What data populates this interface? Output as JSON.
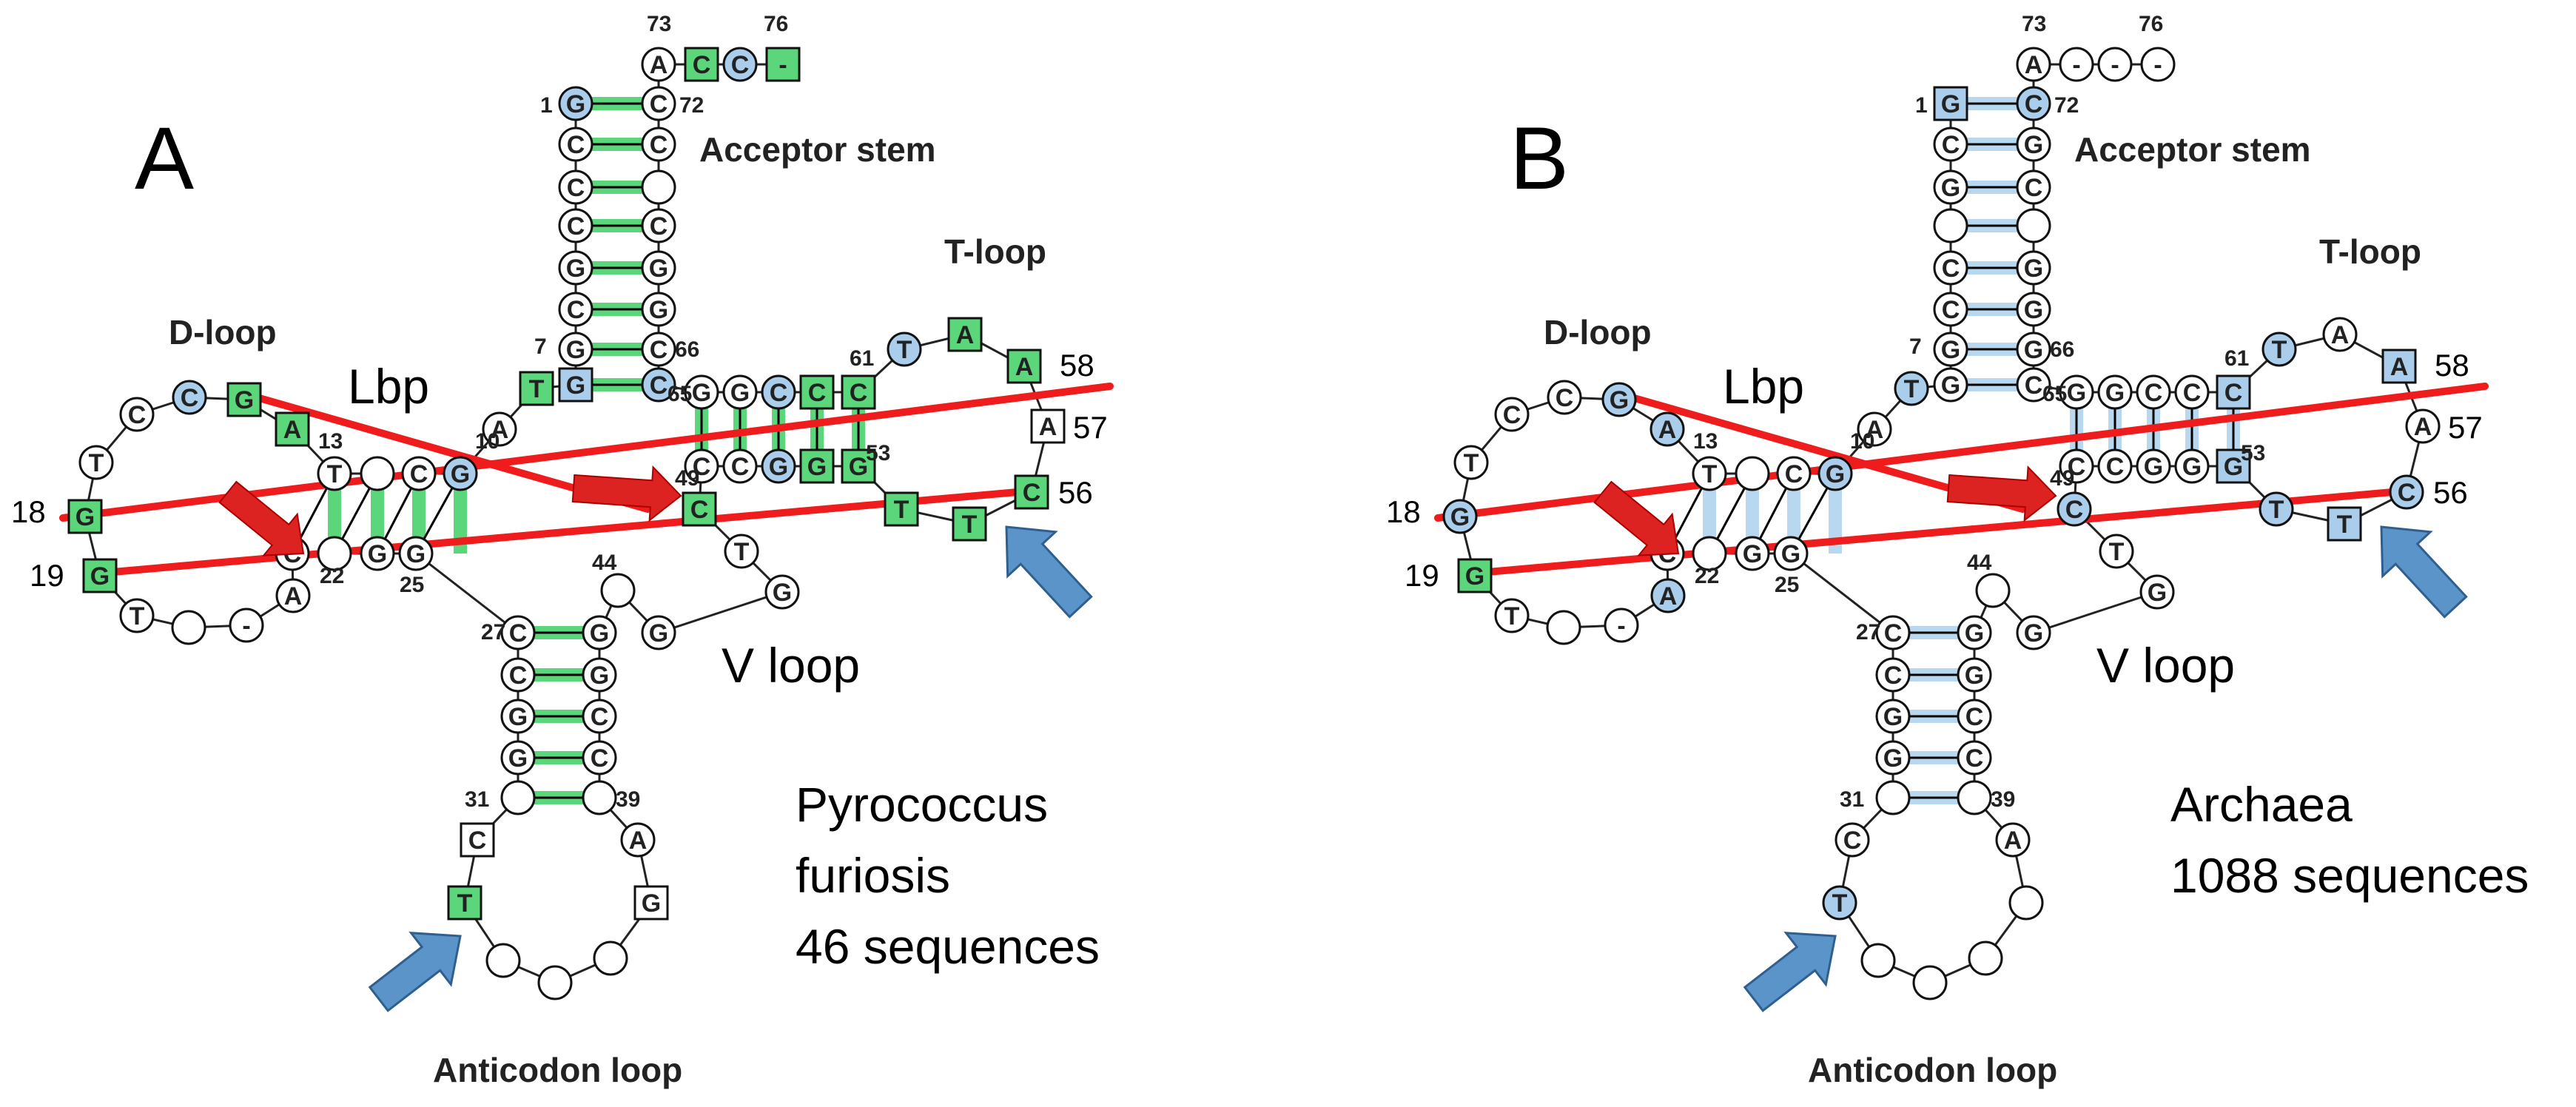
{
  "colors": {
    "green": "#5cd67a",
    "blue": "#a9cdea",
    "white": "#ffffff",
    "pair_green": "#5cd67a",
    "pair_blue": "#b8d8f0",
    "red_line": "#ee1c1c",
    "red_arrow": "#dd2222",
    "blue_arrow": "#5b94c9"
  },
  "panels": [
    {
      "letter": "A",
      "region_labels": {
        "acceptor": "Acceptor stem",
        "tloop": "T-loop",
        "dloop": "D-loop",
        "anticodon": "Anticodon loop"
      },
      "lbp": "Lbp",
      "vloop": "V loop",
      "caption": [
        "Pyrococcus",
        "furiosis",
        "46 sequences"
      ],
      "position_numbers": [
        "73",
        "76",
        "1",
        "72",
        "7",
        "66",
        "61",
        "58",
        "57",
        "56",
        "65",
        "49",
        "53",
        "10",
        "13",
        "18",
        "19",
        "22",
        "25",
        "44",
        "27",
        "31",
        "39"
      ],
      "nt": {
        "a73": [
          "A",
          "white",
          "c"
        ],
        "a74": [
          "C",
          "green",
          "s"
        ],
        "a75": [
          "C",
          "blue",
          "c"
        ],
        "a76": [
          "-",
          "green",
          "s"
        ],
        "s1": [
          "G",
          "blue",
          "c"
        ],
        "s2": [
          "C",
          "white",
          "c"
        ],
        "s3": [
          "C",
          "white",
          "c"
        ],
        "s4": [
          "C",
          "white",
          "c"
        ],
        "s5": [
          "G",
          "white",
          "c"
        ],
        "s6": [
          "C",
          "white",
          "c"
        ],
        "s7": [
          "G",
          "white",
          "c"
        ],
        "s8": [
          "G",
          "blue",
          "s"
        ],
        "s72": [
          "C",
          "white",
          "c"
        ],
        "s71": [
          "C",
          "white",
          "c"
        ],
        "s70": [
          "",
          "white",
          "c"
        ],
        "s69": [
          "C",
          "white",
          "c"
        ],
        "s68": [
          "G",
          "white",
          "c"
        ],
        "s67": [
          "G",
          "white",
          "c"
        ],
        "s66b": [
          "C",
          "white",
          "c"
        ],
        "s66": [
          "C",
          "blue",
          "c"
        ],
        "t65": [
          "G",
          "white",
          "c"
        ],
        "t64": [
          "G",
          "white",
          "c"
        ],
        "t63": [
          "C",
          "blue",
          "c"
        ],
        "t62": [
          "C",
          "green",
          "s"
        ],
        "t61": [
          "C",
          "green",
          "s"
        ],
        "t49": [
          "C",
          "white",
          "c"
        ],
        "t50": [
          "C",
          "white",
          "c"
        ],
        "t51": [
          "G",
          "blue",
          "c"
        ],
        "t52": [
          "G",
          "green",
          "s"
        ],
        "t53": [
          "G",
          "green",
          "s"
        ],
        "l54": [
          "T",
          "green",
          "s"
        ],
        "l55": [
          "T",
          "green",
          "s"
        ],
        "l56": [
          "C",
          "green",
          "s"
        ],
        "l57": [
          "A",
          "white",
          "s"
        ],
        "l58": [
          "A",
          "green",
          "s"
        ],
        "l59": [
          "A",
          "green",
          "s"
        ],
        "l60": [
          "T",
          "blue",
          "c"
        ],
        "j48": [
          "C",
          "green",
          "s"
        ],
        "v1": [
          "T",
          "white",
          "c"
        ],
        "v2": [
          "G",
          "white",
          "c"
        ],
        "v3": [
          "G",
          "white",
          "c"
        ],
        "v44": [
          "",
          "white",
          "c"
        ],
        "j8": [
          "T",
          "green",
          "s"
        ],
        "j9": [
          "A",
          "white",
          "c"
        ],
        "d10": [
          "G",
          "blue",
          "c"
        ],
        "d11": [
          "C",
          "white",
          "c"
        ],
        "d12": [
          "",
          "white",
          "c"
        ],
        "d13": [
          "T",
          "white",
          "c"
        ],
        "d25": [
          "G",
          "white",
          "c"
        ],
        "d24": [
          "G",
          "white",
          "c"
        ],
        "d23": [
          "",
          "white",
          "c"
        ],
        "d22": [
          "C",
          "white",
          "c"
        ],
        "dl14": [
          "A",
          "green",
          "s"
        ],
        "dl15": [
          "G",
          "green",
          "s"
        ],
        "dl16": [
          "C",
          "blue",
          "c"
        ],
        "dl17": [
          "C",
          "white",
          "c"
        ],
        "dl17b": [
          "T",
          "white",
          "c"
        ],
        "dl18": [
          "G",
          "green",
          "s"
        ],
        "dl19": [
          "G",
          "green",
          "s"
        ],
        "dl20": [
          "T",
          "white",
          "c"
        ],
        "dl20a": [
          "",
          "white",
          "c"
        ],
        "dl20b": [
          "-",
          "white",
          "c"
        ],
        "dl21": [
          "A",
          "white",
          "c"
        ],
        "ac27": [
          "C",
          "white",
          "c"
        ],
        "ac28": [
          "C",
          "white",
          "c"
        ],
        "ac29": [
          "G",
          "white",
          "c"
        ],
        "ac30": [
          "G",
          "white",
          "c"
        ],
        "ac31": [
          "",
          "white",
          "c"
        ],
        "ac43": [
          "G",
          "white",
          "c"
        ],
        "ac42": [
          "G",
          "white",
          "c"
        ],
        "ac41": [
          "C",
          "white",
          "c"
        ],
        "ac40": [
          "C",
          "white",
          "c"
        ],
        "ac39": [
          "",
          "white",
          "c"
        ],
        "al32": [
          "C",
          "white",
          "s"
        ],
        "al33": [
          "T",
          "green",
          "s"
        ],
        "al34": [
          "",
          "white",
          "c"
        ],
        "al35": [
          "",
          "white",
          "c"
        ],
        "al36": [
          "",
          "white",
          "c"
        ],
        "al37": [
          "G",
          "white",
          "s"
        ],
        "al38": [
          "A",
          "white",
          "c"
        ]
      }
    },
    {
      "letter": "B",
      "region_labels": {
        "acceptor": "Acceptor stem",
        "tloop": "T-loop",
        "dloop": "D-loop",
        "anticodon": "Anticodon loop"
      },
      "lbp": "Lbp",
      "vloop": "V loop",
      "caption": [
        "Archaea",
        "1088 sequences"
      ],
      "position_numbers": [
        "73",
        "76",
        "1",
        "72",
        "7",
        "66",
        "61",
        "58",
        "57",
        "56",
        "65",
        "49",
        "53",
        "10",
        "13",
        "18",
        "19",
        "22",
        "25",
        "44",
        "27",
        "31",
        "39"
      ],
      "nt": {
        "a73": [
          "A",
          "white",
          "c"
        ],
        "a74": [
          "-",
          "white",
          "c"
        ],
        "a75": [
          "-",
          "white",
          "c"
        ],
        "a76": [
          "-",
          "white",
          "c"
        ],
        "s1": [
          "G",
          "blue",
          "s"
        ],
        "s2": [
          "C",
          "white",
          "c"
        ],
        "s3": [
          "G",
          "white",
          "c"
        ],
        "s4": [
          "",
          "white",
          "c"
        ],
        "s5": [
          "C",
          "white",
          "c"
        ],
        "s6": [
          "C",
          "white",
          "c"
        ],
        "s7": [
          "G",
          "white",
          "c"
        ],
        "s8": [
          "G",
          "white",
          "c"
        ],
        "s72": [
          "C",
          "blue",
          "c"
        ],
        "s71": [
          "G",
          "white",
          "c"
        ],
        "s70": [
          "C",
          "white",
          "c"
        ],
        "s69": [
          "",
          "white",
          "c"
        ],
        "s68": [
          "G",
          "white",
          "c"
        ],
        "s67": [
          "G",
          "white",
          "c"
        ],
        "s66b": [
          "G",
          "white",
          "c"
        ],
        "s66": [
          "C",
          "white",
          "c"
        ],
        "t65": [
          "G",
          "white",
          "c"
        ],
        "t64": [
          "G",
          "white",
          "c"
        ],
        "t63": [
          "C",
          "white",
          "c"
        ],
        "t62": [
          "C",
          "white",
          "c"
        ],
        "t61": [
          "C",
          "blue",
          "s"
        ],
        "t49": [
          "C",
          "white",
          "c"
        ],
        "t50": [
          "C",
          "white",
          "c"
        ],
        "t51": [
          "G",
          "white",
          "c"
        ],
        "t52": [
          "G",
          "white",
          "c"
        ],
        "t53": [
          "G",
          "blue",
          "s"
        ],
        "l54": [
          "T",
          "blue",
          "c"
        ],
        "l55": [
          "T",
          "blue",
          "s"
        ],
        "l56": [
          "C",
          "blue",
          "c"
        ],
        "l57": [
          "A",
          "white",
          "c"
        ],
        "l58": [
          "A",
          "blue",
          "s"
        ],
        "l59": [
          "A",
          "white",
          "c"
        ],
        "l60": [
          "T",
          "blue",
          "c"
        ],
        "j48": [
          "C",
          "blue",
          "c"
        ],
        "v1": [
          "T",
          "white",
          "c"
        ],
        "v2": [
          "G",
          "white",
          "c"
        ],
        "v3": [
          "G",
          "white",
          "c"
        ],
        "v44": [
          "",
          "white",
          "c"
        ],
        "j8": [
          "T",
          "blue",
          "c"
        ],
        "j9": [
          "A",
          "white",
          "c"
        ],
        "d10": [
          "G",
          "blue",
          "c"
        ],
        "d11": [
          "C",
          "white",
          "c"
        ],
        "d12": [
          "",
          "white",
          "c"
        ],
        "d13": [
          "T",
          "white",
          "c"
        ],
        "d25": [
          "G",
          "white",
          "c"
        ],
        "d24": [
          "G",
          "white",
          "c"
        ],
        "d23": [
          "",
          "white",
          "c"
        ],
        "d22": [
          "C",
          "white",
          "c"
        ],
        "dl14": [
          "A",
          "blue",
          "c"
        ],
        "dl15": [
          "G",
          "blue",
          "c"
        ],
        "dl16": [
          "C",
          "white",
          "c"
        ],
        "dl17": [
          "C",
          "white",
          "c"
        ],
        "dl17b": [
          "T",
          "white",
          "c"
        ],
        "dl18": [
          "G",
          "blue",
          "c"
        ],
        "dl19": [
          "G",
          "green",
          "s"
        ],
        "dl20": [
          "T",
          "white",
          "c"
        ],
        "dl20a": [
          "",
          "white",
          "c"
        ],
        "dl20b": [
          "-",
          "white",
          "c"
        ],
        "dl21": [
          "A",
          "blue",
          "c"
        ],
        "ac27": [
          "C",
          "white",
          "c"
        ],
        "ac28": [
          "C",
          "white",
          "c"
        ],
        "ac29": [
          "G",
          "white",
          "c"
        ],
        "ac30": [
          "G",
          "white",
          "c"
        ],
        "ac31": [
          "",
          "white",
          "c"
        ],
        "ac43": [
          "G",
          "white",
          "c"
        ],
        "ac42": [
          "G",
          "white",
          "c"
        ],
        "ac41": [
          "C",
          "white",
          "c"
        ],
        "ac40": [
          "C",
          "white",
          "c"
        ],
        "ac39": [
          "",
          "white",
          "c"
        ],
        "al32": [
          "C",
          "white",
          "c"
        ],
        "al33": [
          "T",
          "blue",
          "c"
        ],
        "al34": [
          "",
          "white",
          "c"
        ],
        "al35": [
          "",
          "white",
          "c"
        ],
        "al36": [
          "",
          "white",
          "c"
        ],
        "al37": [
          "",
          "white",
          "c"
        ],
        "al38": [
          "A",
          "white",
          "c"
        ]
      }
    }
  ]
}
